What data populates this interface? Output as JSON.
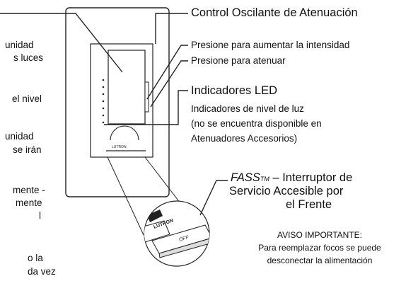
{
  "left_text": [
    "unidad",
    "s luces",
    "el nivel",
    "unidad",
    "se irán",
    "mente -",
    "mente",
    "l",
    "o la",
    "da vez"
  ],
  "callouts": {
    "title": "Control Oscilante de Atenuación",
    "press_up": "Presione para aumentar la intensidad",
    "press_down": "Presione para atenuar",
    "led_heading": "Indicadores LED",
    "led_desc": [
      "Indicadores de nivel de luz",
      "(no se encuentra disponible en",
      "Atenuadores Accesorios)"
    ],
    "fass_label": "FASS",
    "fass_tm": "TM",
    "fass_rest": " – Interruptor de",
    "fass_line2": "Servicio Accesible por",
    "fass_line3": "el Frente",
    "notice_heading": "AVISO IMPORTANTE:",
    "notice_lines": [
      "Para reemplazar focos se puede",
      "desconectar la alimentación"
    ]
  },
  "device_marks": {
    "brand_small": "LUTRON",
    "brand_zoom": "LUTRON",
    "switch_state": "OFF"
  }
}
